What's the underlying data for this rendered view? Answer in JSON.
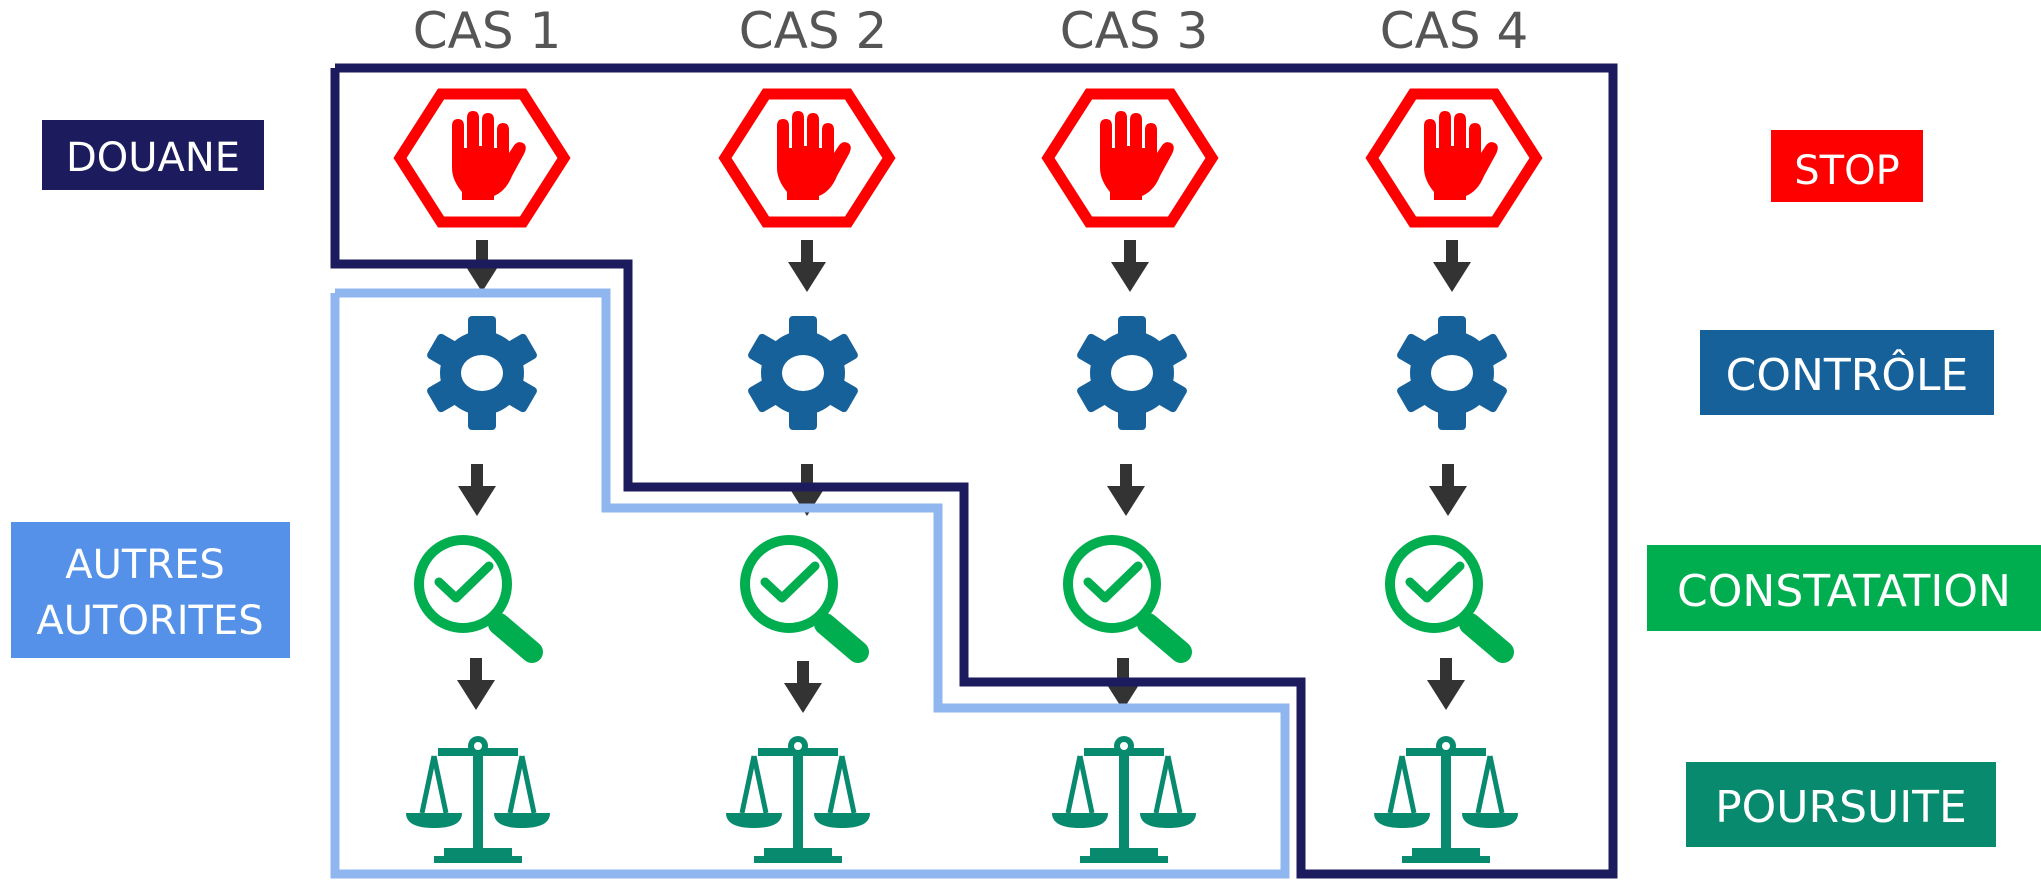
{
  "cases": [
    "CAS 1",
    "CAS 2",
    "CAS 3",
    "CAS 4"
  ],
  "left_labels": {
    "douane": "DOUANE",
    "autres_line1": "AUTRES",
    "autres_line2": "AUTORITES"
  },
  "stages": {
    "stop": "STOP",
    "controle": "CONTRÔLE",
    "constatation": "CONSTATATION",
    "poursuite": "POURSUITE"
  },
  "colors": {
    "douane": "#1c1b5e",
    "autres": "#5591e8",
    "autres_outline": "#8fb6ef",
    "stop": "#fe0000",
    "controle": "#17619b",
    "constatation": "#00ae4f",
    "poursuite": "#078a6e",
    "arrow": "#333333",
    "case_label": "#555555"
  },
  "icons": [
    "stop-hand-icon",
    "gear-icon",
    "magnifier-check-icon",
    "scales-icon"
  ]
}
